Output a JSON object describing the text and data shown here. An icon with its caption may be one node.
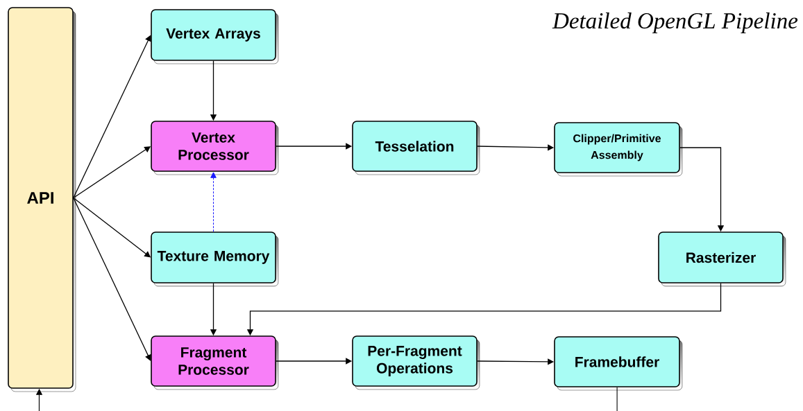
{
  "diagram": {
    "title": "Detailed OpenGL Pipeline",
    "nodes": [
      {
        "text": [
          "API"
        ]
      },
      {
        "text": [
          "Vertex Arrays"
        ]
      },
      {
        "text": [
          "Vertex Processor"
        ]
      },
      {
        "text": [
          "Tesselation"
        ]
      },
      {
        "text": [
          "Clipper/Primitive Assembly"
        ]
      },
      {
        "text": [
          "Texture Memory"
        ]
      },
      {
        "text": [
          "Rasterizer"
        ]
      },
      {
        "text": [
          "Fragment Processor"
        ]
      },
      {
        "text": [
          "Per-Fragment Operations"
        ]
      },
      {
        "text": [
          "Framebuffer"
        ]
      }
    ],
    "edges": [
      {
        "from": 0,
        "to": 1,
        "arrow": "to"
      },
      {
        "from": 0,
        "to": 2,
        "arrow": "to"
      },
      {
        "from": 0,
        "to": 5,
        "arrow": "to"
      },
      {
        "from": 0,
        "to": 7,
        "arrow": "to"
      },
      {
        "from": 1,
        "to": 2,
        "arrow": "to"
      },
      {
        "from": 2,
        "to": 3,
        "arrow": "to"
      },
      {
        "from": 3,
        "to": 4,
        "arrow": "to"
      },
      {
        "from": 4,
        "to": 6,
        "arrow": "to"
      },
      {
        "from": 5,
        "to": 2,
        "arrow": "to",
        "style": "dashed",
        "color": "#1a1aff"
      },
      {
        "from": 5,
        "to": 7,
        "arrow": "to"
      },
      {
        "from": 6,
        "to": 7,
        "arrow": "to"
      },
      {
        "from": 7,
        "to": 8,
        "arrow": "to"
      },
      {
        "from": 8,
        "to": 9,
        "arrow": "to"
      },
      {
        "from": 9,
        "to": null,
        "arrow": "none"
      },
      {
        "from": null,
        "to": 0,
        "arrow": "to"
      }
    ]
  }
}
